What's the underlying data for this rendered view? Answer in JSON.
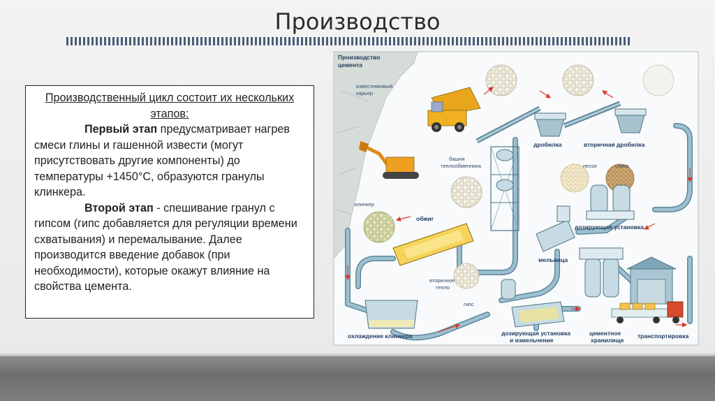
{
  "slide": {
    "title": "Производство"
  },
  "text_box": {
    "heading": "Производственный цикл состоит их нескольких этапов:",
    "stage1_label": "Первый этап",
    "stage1_text": " предусматривает нагрев смеси глины и гашенной извести (могут присутствовать другие компоненты) до температуры +1450°С, образуются гранулы клинкера.",
    "stage2_label": "Второй этап",
    "stage2_text": " - спешивание гранул с гипсом (гипс добавляется для регуляции времени схватывания) и перемалывание. Далее производится введение добавок (при необходимости), которые окажут влияние на свойства цемента."
  },
  "diagram": {
    "title_line1": "Производство",
    "title_line2": "цемента",
    "labels": {
      "quarry_1": "известняковый",
      "quarry_2": "карьер",
      "crusher": "дробилка",
      "secondary_crusher": "вторичная дробилка",
      "tower_1": "башня",
      "tower_2": "теплообменника",
      "sand": "песок",
      "clay": "глина",
      "clinker": "клинкер",
      "firing": "обжиг",
      "dosing": "дозирующая установка",
      "secondary_heat_1": "вторичное",
      "secondary_heat_2": "тепло",
      "mill": "мельница",
      "gypsum": "гипс",
      "clinker_cooling": "охлаждение клинкера",
      "dosing_grinding_1": "дозирующая установка",
      "dosing_grinding_2": "и измельчение",
      "cement_storage_1": "цементное",
      "cement_storage_2": "хранилище",
      "transportation": "транспортировка"
    },
    "colors": {
      "pipe": "#8fb3c4",
      "pipe_dark": "#5f8799",
      "arrow": "#d83a2a",
      "machine": "#e0a020",
      "label": "#1e3a5f"
    }
  }
}
